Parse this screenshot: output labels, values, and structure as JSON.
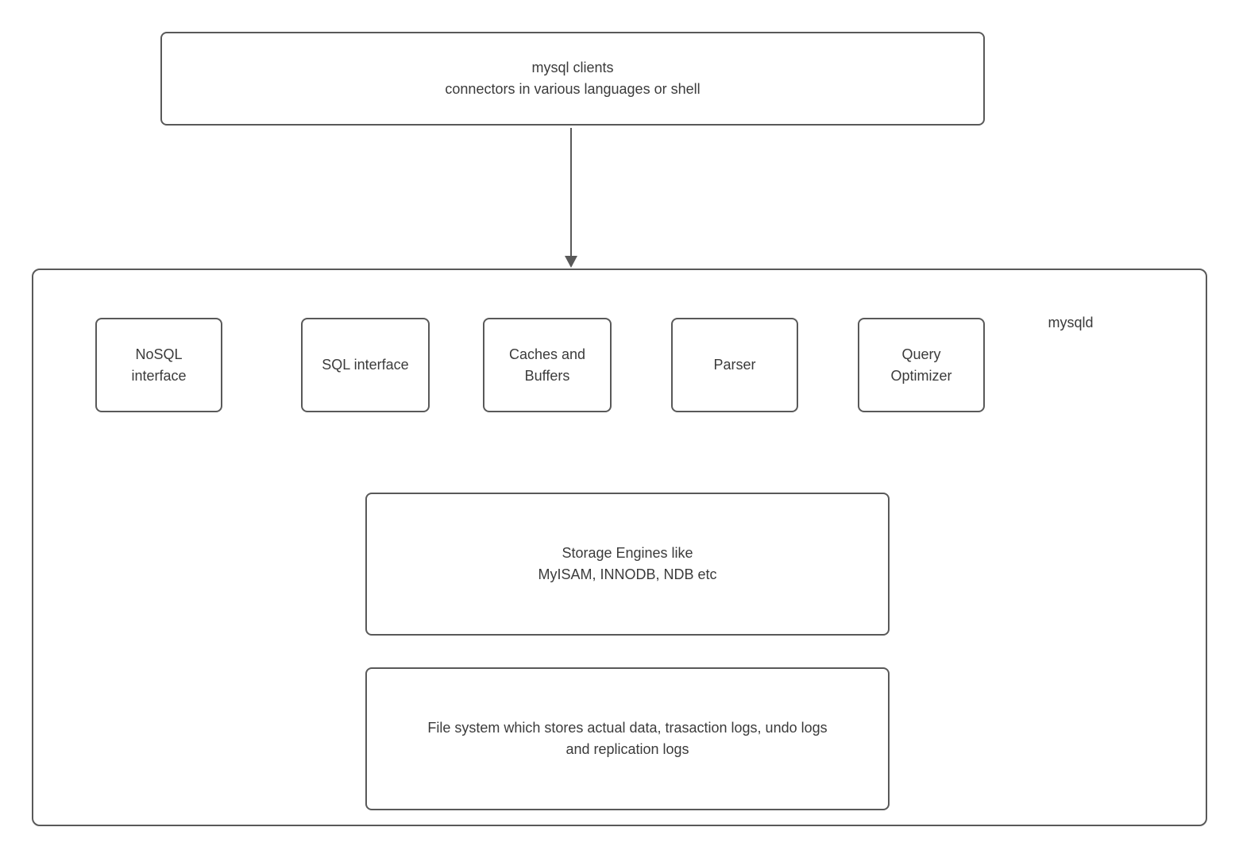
{
  "colors": {
    "border": "#595959",
    "text": "#3b3b3b",
    "background": "#ffffff",
    "arrow": "#595959"
  },
  "diagram": {
    "clients_box": {
      "lines": [
        "mysql clients",
        "connectors in various languages or shell"
      ]
    },
    "mysqld_container": {
      "label": "mysqld"
    },
    "components": [
      {
        "id": "nosql-interface",
        "lines": [
          "NoSQL",
          "interface"
        ]
      },
      {
        "id": "sql-interface",
        "lines": [
          "SQL interface"
        ]
      },
      {
        "id": "caches-and-buffers",
        "lines": [
          "Caches and",
          "Buffers"
        ]
      },
      {
        "id": "parser",
        "lines": [
          "Parser"
        ]
      },
      {
        "id": "query-optimizer",
        "lines": [
          "Query",
          "Optimizer"
        ]
      }
    ],
    "storage_box": {
      "lines": [
        "Storage Engines like",
        "MyISAM, INNODB, NDB etc"
      ]
    },
    "filesystem_box": {
      "lines": [
        "File system which stores actual data, trasaction logs, undo logs",
        "and replication logs"
      ]
    }
  }
}
